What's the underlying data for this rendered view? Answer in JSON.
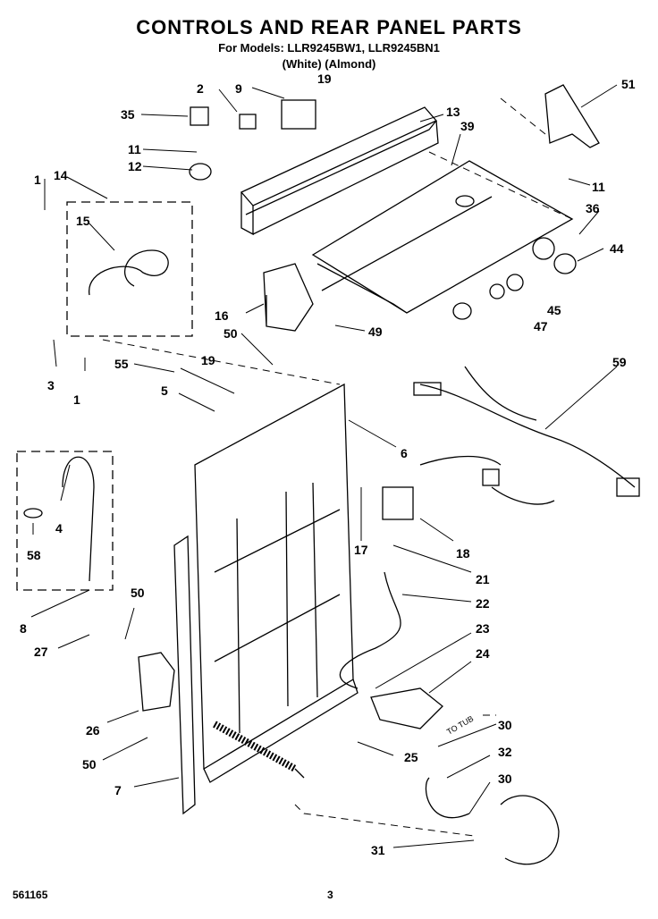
{
  "header": {
    "title": "CONTROLS AND REAR PANEL PARTS",
    "models": "For Models: LLR9245BW1, LLR9245BN1",
    "colors": "(White)   (Almond)"
  },
  "footer": {
    "code": "561165",
    "page": "3"
  },
  "callouts": [
    "2",
    "9",
    "19",
    "35",
    "13",
    "39",
    "51",
    "11",
    "12",
    "1",
    "14",
    "15",
    "11",
    "36",
    "44",
    "16",
    "45",
    "47",
    "49",
    "50",
    "3",
    "1",
    "55",
    "19",
    "5",
    "59",
    "6",
    "4",
    "58",
    "17",
    "18",
    "21",
    "22",
    "8",
    "50",
    "27",
    "23",
    "24",
    "26",
    "50",
    "25",
    "7",
    "30",
    "32",
    "30",
    "31"
  ],
  "annotation": "TO TUB"
}
